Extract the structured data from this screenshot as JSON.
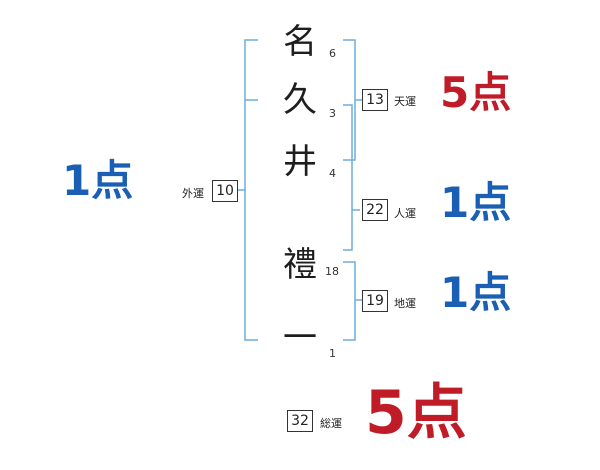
{
  "name_chars": [
    {
      "char": "名",
      "strokes": "6"
    },
    {
      "char": "久",
      "strokes": "3"
    },
    {
      "char": "井",
      "strokes": "4"
    },
    {
      "char": "禮",
      "strokes": "18"
    },
    {
      "char": "一",
      "strokes": "1"
    }
  ],
  "fortunes": {
    "ten": {
      "value": "13",
      "label": "天運",
      "score": "5点"
    },
    "jin": {
      "value": "22",
      "label": "人運",
      "score": "1点"
    },
    "chi": {
      "value": "19",
      "label": "地運",
      "score": "1点"
    },
    "gai": {
      "value": "10",
      "label": "外運",
      "score": "1点"
    },
    "so": {
      "value": "32",
      "label": "総運",
      "score": "5点"
    }
  },
  "colors": {
    "bracket": "#6aaedc",
    "blue_score": "#1a5fb4",
    "red_score": "#c01c28"
  }
}
